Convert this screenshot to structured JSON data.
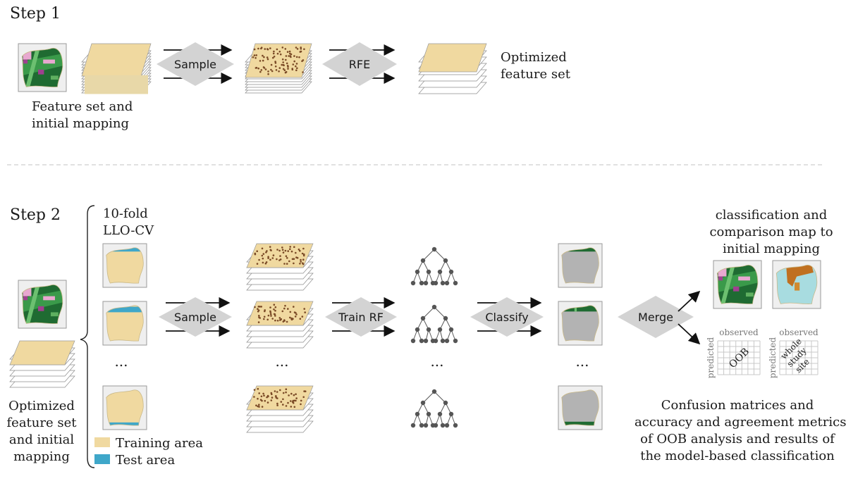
{
  "step1": {
    "title": "Step 1",
    "caption_input": [
      "Feature set and",
      "initial mapping"
    ],
    "op_sample": "Sample",
    "op_rfe": "RFE",
    "caption_output": [
      "Optimized",
      "feature set"
    ]
  },
  "step2": {
    "title": "Step 2",
    "cv_label": [
      "10-fold",
      "LLO-CV"
    ],
    "caption_input": [
      "Optimized",
      "feature set",
      "and initial",
      "mapping"
    ],
    "ellipsis": "...",
    "op_sample": "Sample",
    "op_train": "Train RF",
    "op_classify": "Classify",
    "op_merge": "Merge",
    "result_title": [
      "classification and",
      "comparison map to",
      "initial mapping"
    ],
    "matrix_observed": "observed",
    "matrix_predicted": "predicted",
    "matrix_oob": "OOB",
    "matrix_whole": [
      "whole",
      "study",
      "site"
    ],
    "result_caption": [
      "Confusion matrices and",
      "accuracy and agreement metrics",
      "of OOB analysis and results of",
      "the model-based classification"
    ],
    "legend": [
      {
        "label": "Training area",
        "color": "#f0d9a0"
      },
      {
        "label": "Test area",
        "color": "#3fa7c9"
      }
    ]
  },
  "colors": {
    "training": "#f0d9a0",
    "test": "#3fa7c9",
    "forest_dark": "#1f6b32",
    "forest_light": "#3a9a4a",
    "pink": "#e8a8d0",
    "gray_map": "#b3b3b3",
    "diamond": "#d3d3d3",
    "brown": "#c07020",
    "lightblue": "#a8dce0"
  }
}
